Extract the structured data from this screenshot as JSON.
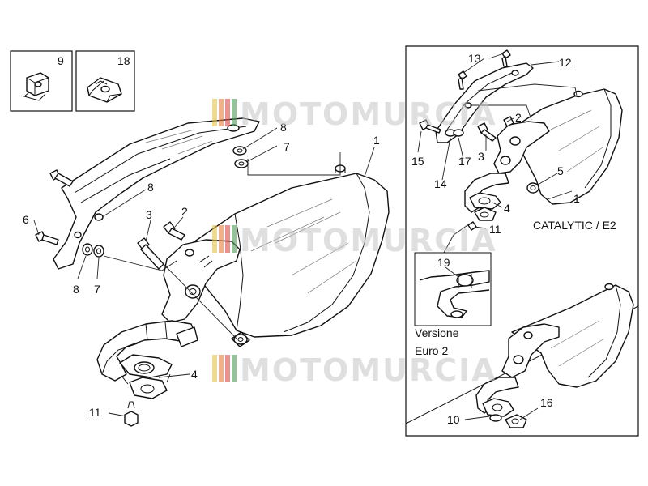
{
  "watermark": {
    "text": "MOTOMURCIA",
    "stripe_colors": [
      "#e4c24a",
      "#e87d3c",
      "#d94a4a",
      "#4f9a58"
    ]
  },
  "insets": {
    "clip_9": {
      "number": "9"
    },
    "clip_18": {
      "number": "18"
    }
  },
  "main_labels": {
    "muffler": "1",
    "bolt_upper": "2",
    "bolt_long": "3",
    "gasket": "4",
    "bolt_side": "6",
    "washer_upper": "7",
    "washer_lower": "7",
    "spacer_upper": "8",
    "spacer_mid": "8",
    "spacer_lower": "8",
    "nut": "11"
  },
  "catalytic_panel": {
    "caption": "CATALYTIC / E2",
    "labels": {
      "muffler": "1",
      "bolt_right": "2",
      "bolt_mid": "3",
      "gasket": "4",
      "bushing": "5",
      "nut": "11",
      "heat_shield": "12",
      "screw_top": "13",
      "washer": "14",
      "screw_left": "15",
      "spacer": "17",
      "clamp": "19"
    },
    "versione_text": "Versione",
    "euro_text": "Euro 2",
    "lower_labels": {
      "gasket_ring": "10",
      "flange": "16"
    }
  }
}
